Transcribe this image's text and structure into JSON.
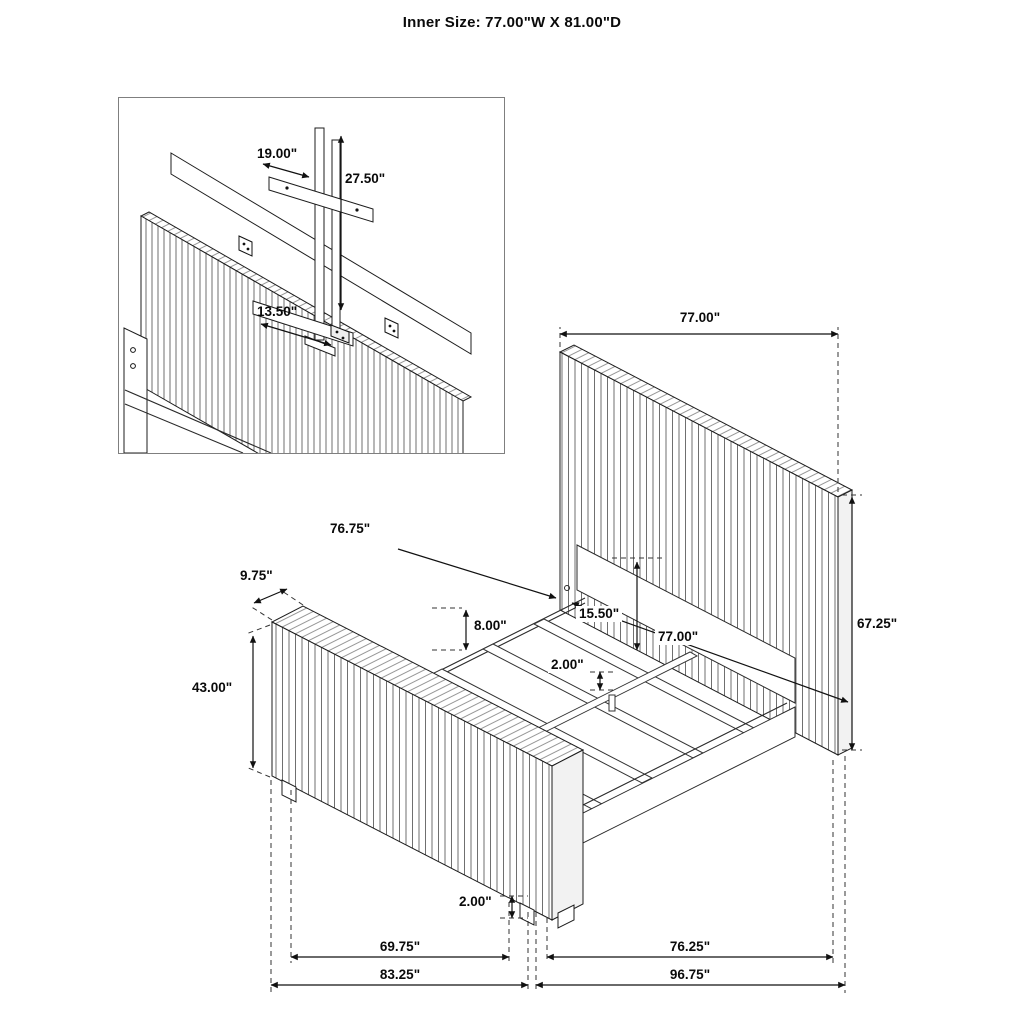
{
  "title": "Inner Size: 77.00\"W X 81.00\"D",
  "dims": {
    "headboard_width": "77.00\"",
    "headboard_height": "67.25\"",
    "footboard_height": "43.00\"",
    "footboard_thickness": "9.75\"",
    "side_rail_length": "76.75\"",
    "headboard_panel_height": "15.50\"",
    "rail_height": "8.00\"",
    "inner_width": "77.00\"",
    "slat_thickness": "2.00\"",
    "leg_height": "2.00\"",
    "footboard_inner_width": "69.75\"",
    "inner_depth_right": "76.25\"",
    "footboard_outer_width": "83.25\"",
    "overall_depth": "96.75\"",
    "inset_cleat_length": "19.00\"",
    "inset_support_height": "27.50\"",
    "inset_lower_cleat_length": "13.50\""
  }
}
